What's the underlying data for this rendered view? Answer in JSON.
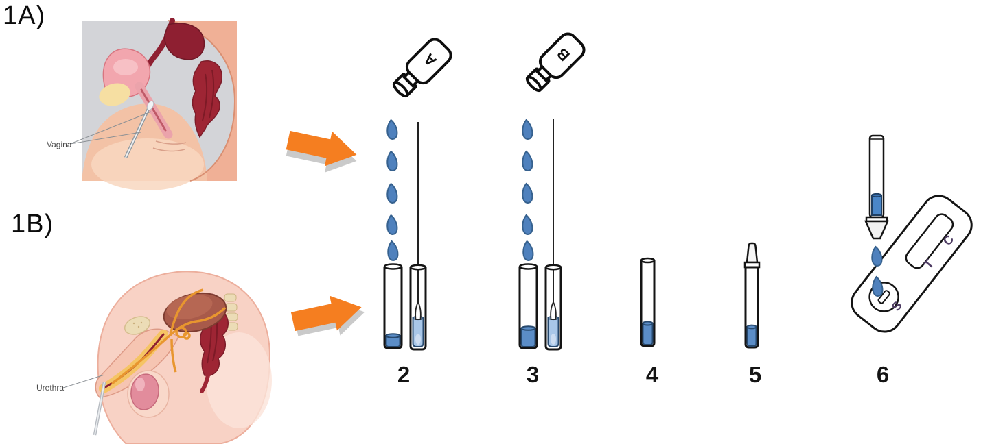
{
  "figure": {
    "panel_a_label": "1A)",
    "panel_b_label": "1B)"
  },
  "anatomy": {
    "female": {
      "caption": "Vagina"
    },
    "male": {
      "caption": "Urethra"
    }
  },
  "reagent_bottles": {
    "a_label": "A",
    "b_label": "B"
  },
  "steps": [
    {
      "number": "2",
      "reagent_bottle": "A",
      "drop_count": 5
    },
    {
      "number": "3",
      "reagent_bottle": "B",
      "drop_count": 5
    },
    {
      "number": "4"
    },
    {
      "number": "5"
    },
    {
      "number": "6",
      "drop_count": 2
    }
  ],
  "cassette": {
    "control_label": "C",
    "test_label": "T",
    "sample_label": "S"
  },
  "colors": {
    "arrow_orange": "#F57E20",
    "arrow_shadow": "#c4c4c4",
    "drop_fill": "#4F81BD",
    "drop_stroke": "#36618E",
    "liquid_medium": "#5B8DC7",
    "liquid_light": "#A9C7E8",
    "liquid_deep": "#4A86C8",
    "cassette_letter_purple": "#4E3C63",
    "outline_black": "#141414"
  }
}
